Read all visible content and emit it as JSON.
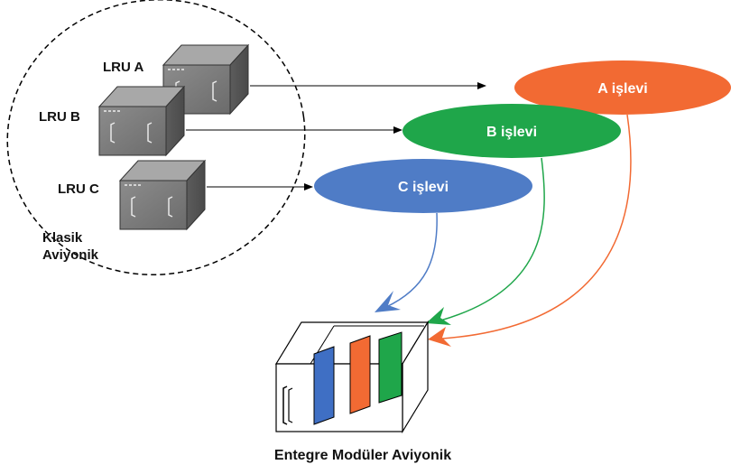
{
  "classic_group": {
    "label_line1": "Klasik",
    "label_line2": "Aviyonik",
    "units": [
      {
        "label": "LRU  A"
      },
      {
        "label": "LRU  B"
      },
      {
        "label": "LRU  C"
      }
    ]
  },
  "functions": [
    {
      "label": "A işlevi",
      "color": "#F26A33"
    },
    {
      "label": "B işlevi",
      "color": "#1FA64A"
    },
    {
      "label": "C işlevi",
      "color": "#4F7CC6"
    }
  ],
  "ima": {
    "caption": "Entegre Modüler Aviyonik",
    "module_colors": [
      "#3F6FC4",
      "#F26A33",
      "#1FA64A"
    ]
  },
  "colors": {
    "box_front": "#7A7A7A",
    "box_top": "#A4A4A4",
    "box_side": "#5E5E5E",
    "line": "#000000"
  }
}
